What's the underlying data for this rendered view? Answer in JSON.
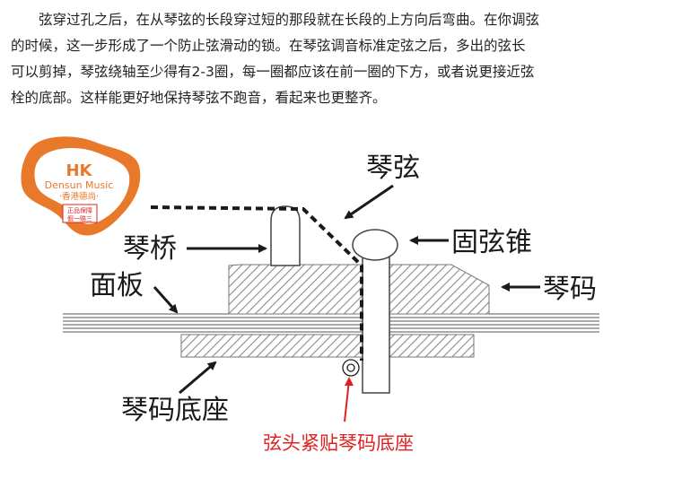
{
  "paragraph": {
    "lines": [
      "弦穿过孔之后，在从琴弦的长段穿过短的那段就在长段的上方向后弯曲。在你调弦",
      "的时候，这一步形成了一个防止弦滑动的锁。在琴弦调音标准定弦之后，多出的弦长",
      "可以剪掉，琴弦绕轴至少得有2-3圈，每一圈都应该在前一圈的下方，或者说更接近弦",
      "栓的底部。这样能更好地保持琴弦不跑音，看起来也更整齐。"
    ]
  },
  "logo": {
    "brand": "HK",
    "name": "Densun Music",
    "chinese": "·香港德尚·",
    "badge_line1": "正品保障",
    "badge_line2": "假一赔三",
    "color": "#e8782a"
  },
  "diagram": {
    "labels": {
      "string": "琴弦",
      "bridge": "琴桥",
      "peg": "固弦锥",
      "top": "面板",
      "bridge_saddle": "琴码",
      "bridge_base": "琴码底座",
      "note": "弦头紧贴琴码底座"
    },
    "colors": {
      "line": "#1a1a1a",
      "hatch": "#888888",
      "accent": "#e02020"
    }
  }
}
